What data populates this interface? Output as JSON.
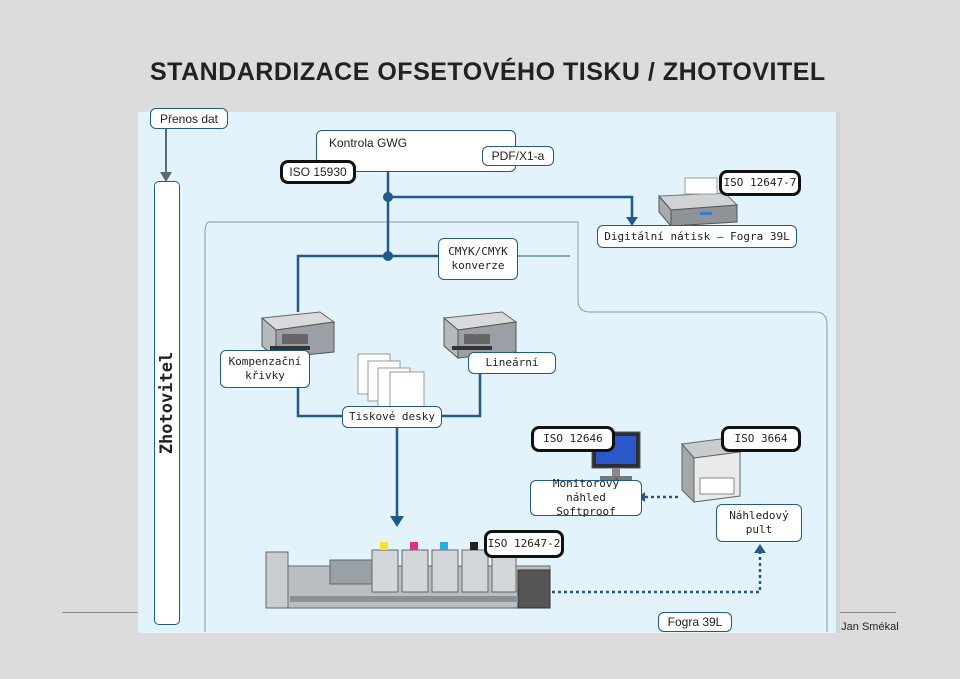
{
  "title": "STANDARDIZACE OFSETOVÉHO TISKU / ZHOTOVITEL",
  "side_label": "Zhotovitel",
  "footer": "2 Jan Smékal",
  "nodes": {
    "prenos_dat": "Přenos dat",
    "kontrola_gwg": "Kontrola GWG",
    "iso_15930": "ISO 15930",
    "pdf_x1a": "PDF/X1-a",
    "iso_12647_7": "ISO 12647-7",
    "digitalni_natisk": "Digitální nátisk – Fogra 39L",
    "cmyk_konverze_1": "CMYK/CMYK",
    "cmyk_konverze_2": "konverze",
    "kompenzacni_1": "Kompenzační",
    "kompenzacni_2": "křivky",
    "linearni": "Lineární",
    "tiskove_desky": "Tiskové desky",
    "iso_12646": "ISO 12646",
    "iso_3664": "ISO 3664",
    "monitorovy_1": "Monitorový náhled",
    "monitorovy_2": "Softproof",
    "nahledovy_1": "Náhledový",
    "nahledovy_2": "pult",
    "iso_12647_2": "ISO 12647-2",
    "fogra_39l": "Fogra 39L"
  },
  "colors": {
    "line": "#1f5a8a",
    "panel": "#e3f3fb",
    "border_bold": "#111111"
  },
  "icons": [
    "pdf-icon",
    "inkjet-printer-icon",
    "laser-printer-icon",
    "plates-icon",
    "monitor-icon",
    "viewing-booth-icon",
    "offset-press-icon"
  ]
}
